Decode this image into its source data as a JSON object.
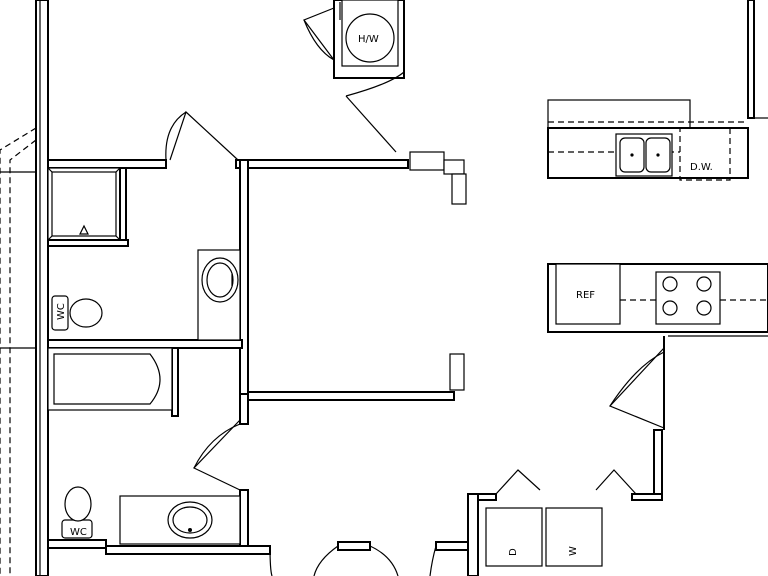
{
  "labels": {
    "water_heater": "H/W",
    "dishwasher": "D.W.",
    "refrigerator": "REF",
    "wc_upper": "WC",
    "wc_lower": "WC",
    "dryer": "D",
    "washer": "W"
  }
}
